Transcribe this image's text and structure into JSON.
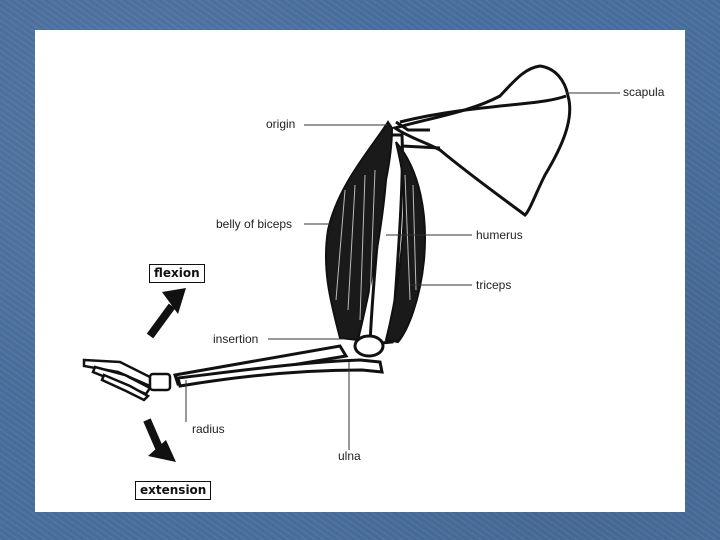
{
  "labels": {
    "scapula": "scapula",
    "origin": "origin",
    "belly": "belly of biceps",
    "humerus": "humerus",
    "triceps": "triceps",
    "insertion": "insertion",
    "radius": "radius",
    "ulna": "ulna",
    "flexion": "flexion",
    "extension": "extension"
  },
  "colors": {
    "background": "#4a6f9e",
    "panel": "#ffffff",
    "ink": "#111111"
  }
}
